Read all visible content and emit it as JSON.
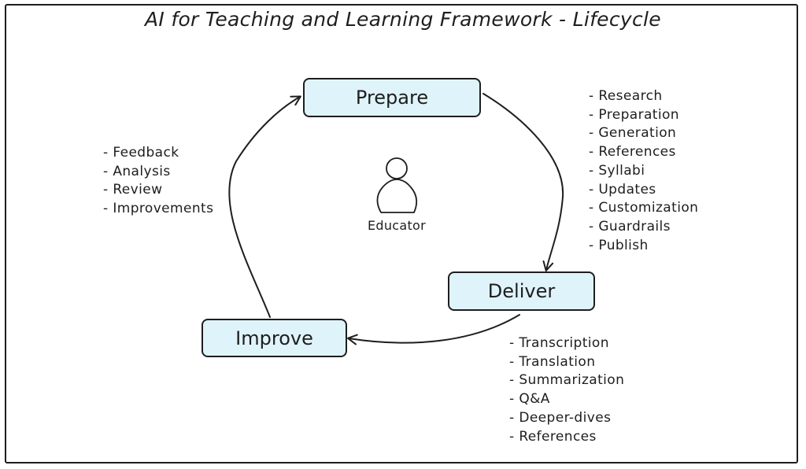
{
  "title": "AI for Teaching and Learning Framework - Lifecycle",
  "center": {
    "label": "Educator",
    "icon": "person-icon"
  },
  "stages": {
    "prepare": {
      "label": "Prepare",
      "tasks": [
        "- Research",
        "- Preparation",
        "- Generation",
        "- References",
        "- Syllabi",
        "- Updates",
        "- Customization",
        "- Guardrails",
        "- Publish"
      ]
    },
    "deliver": {
      "label": "Deliver",
      "tasks": [
        "- Transcription",
        "- Translation",
        "- Summarization",
        "- Q&A",
        "- Deeper-dives",
        "- References"
      ]
    },
    "improve": {
      "label": "Improve",
      "tasks": [
        "- Feedback",
        "- Analysis",
        "- Review",
        "- Improvements"
      ]
    }
  },
  "colors": {
    "box_fill": "#dff3fa",
    "stroke": "#1e1e1e",
    "background": "#ffffff"
  }
}
